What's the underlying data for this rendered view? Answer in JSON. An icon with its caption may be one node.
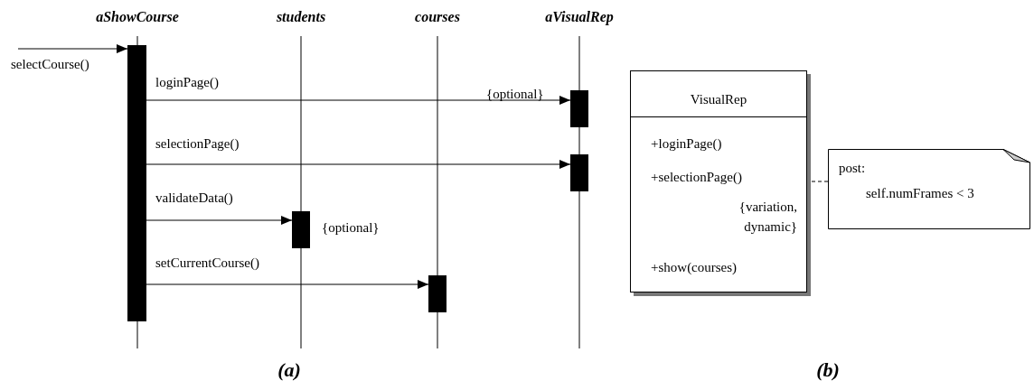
{
  "diagram": {
    "nodes": [
      {
        "text": [],
        "shape": "bar"
      },
      {
        "text": [],
        "shape": "bar",
        "beside": [
          "{optional}"
        ]
      },
      {
        "text": [],
        "shape": "bar"
      },
      {
        "text": [],
        "shape": "bar",
        "beside": [
          "{optional}"
        ]
      },
      {
        "text": [],
        "shape": "bar"
      },
      {
        "text": [
          "VisualRep",
          "+loginPage()",
          "+selectionPage()",
          "{variation, dynamic}",
          "+show(courses)"
        ]
      },
      {
        "text": [
          "post:",
          "self.numFrames < 3"
        ]
      }
    ],
    "edges": [
      {
        "from": null,
        "to": 0,
        "arrow": "to",
        "label": "selectCourse()"
      },
      {
        "from": 0,
        "to": 3,
        "arrow": "to",
        "label": "loginPage()"
      },
      {
        "from": 0,
        "to": 4,
        "arrow": "to",
        "label": "selectionPage()"
      },
      {
        "from": 0,
        "to": 1,
        "arrow": "to",
        "label": "validateData()"
      },
      {
        "from": 0,
        "to": 2,
        "arrow": "to",
        "label": "setCurrentCourse()"
      },
      {
        "from": 5,
        "to": 6,
        "arrow": "none",
        "style": "dashed"
      }
    ],
    "labels": [
      "aShowCourse",
      "students",
      "courses",
      "aVisualRep",
      "(a)",
      "(b)"
    ]
  }
}
